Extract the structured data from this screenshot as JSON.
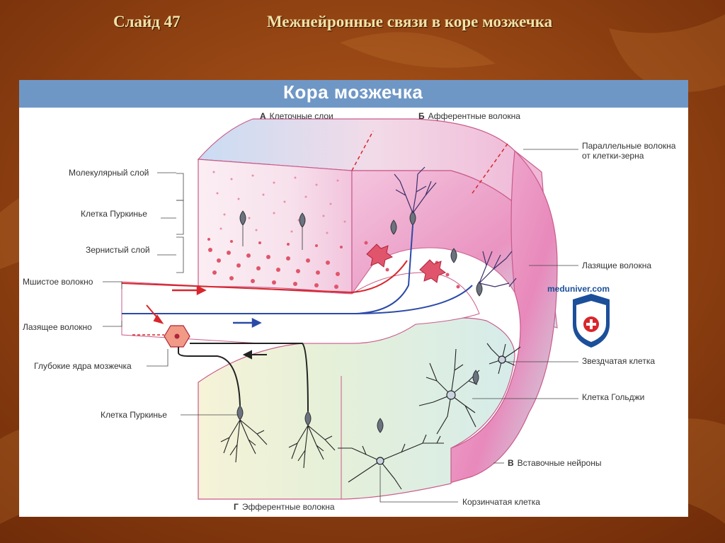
{
  "slide": {
    "number": "Слайд 47",
    "title": "Межнейронные связи в коре мозжечка"
  },
  "diagram": {
    "title": "Кора мозжечка",
    "sections": {
      "a": {
        "letter": "А",
        "text": "Клеточные слои"
      },
      "b": {
        "letter": "Б",
        "text": "Афферентные волокна"
      },
      "v": {
        "letter": "В",
        "text": "Вставочные нейроны"
      },
      "g": {
        "letter": "Г",
        "text": "Эфферентные волокна"
      }
    },
    "left_labels": {
      "molecular": "Молекулярный слой",
      "purkinje": "Клетка Пуркинье",
      "granular": "Зернистый слой",
      "mossy": "Мшистое волокно",
      "climbing": "Лазящее волокно",
      "deep_nuclei": "Глубокие ядра мозжечка",
      "purkinje_bottom": "Клетка Пуркинье"
    },
    "right_labels": {
      "parallel_1": "Параллельные волокна",
      "parallel_2": "от клетки-зерна",
      "climbing": "Лазящие волокна",
      "stellate": "Звездчатая клетка",
      "golgi": "Клетка Гольджи",
      "basket": "Корзинчатая клетка"
    },
    "watermark": "meduniver.com",
    "colors": {
      "mossy_fiber": "#d8262c",
      "climbing_fiber": "#2b4aa8",
      "efferent": "#222222",
      "header": "#6f97c6"
    }
  }
}
